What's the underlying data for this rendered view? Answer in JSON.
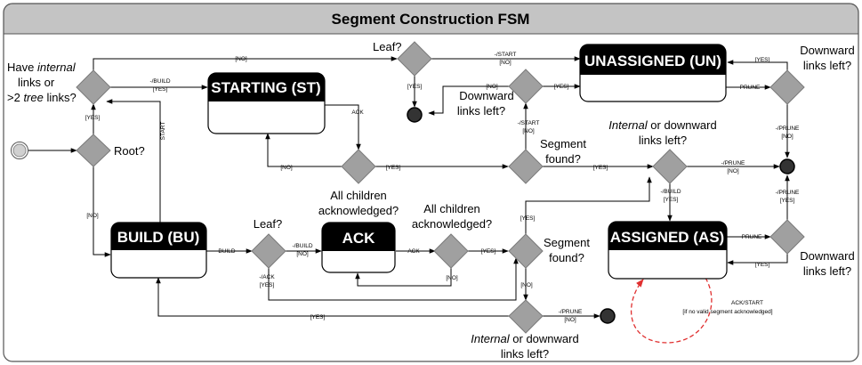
{
  "title": "Segment Construction FSM",
  "states": {
    "unassigned": "UNASSIGNED (UN)",
    "starting": "STARTING (ST)",
    "build": "BUILD (BU)",
    "ack": "ACK",
    "assigned": "ASSIGNED (AS)"
  },
  "questions": {
    "internal_links": {
      "l1a": "Have ",
      "l1b": "internal",
      "l2": "links or",
      "l3a": ">2 ",
      "l3b": "tree",
      "l3c": " links?"
    },
    "root": "Root?",
    "leaf_top": "Leaf?",
    "downward_top_mid": {
      "l1": "Downward",
      "l2": "links left?"
    },
    "downward_top_right": {
      "l1": "Downward",
      "l2": "links left?"
    },
    "children_ack_1": {
      "l1": "All children",
      "l2": "acknowledged?"
    },
    "segment_found_1": {
      "l1": "Segment",
      "l2": "found?"
    },
    "internal_or_downward_1": {
      "l1a": "Internal",
      "l1b": " or downward",
      "l2": "links left?"
    },
    "leaf_bottom": "Leaf?",
    "children_ack_2": {
      "l1": "All children",
      "l2": "acknowledged?"
    },
    "segment_found_2": {
      "l1": "Segment",
      "l2": "found?"
    },
    "downward_bottom_right": {
      "l1": "Downward",
      "l2": "links left?"
    },
    "internal_or_downward_2": {
      "l1a": "Internal",
      "l1b": " or downward",
      "l2": "links left?"
    }
  },
  "labels": {
    "no_top": "[NO]",
    "build_yes_1": "-/BUILD",
    "build_yes_2": "[YES]",
    "yes_internal": "[YES]",
    "start": "START",
    "no_root": "[NO]",
    "ack": "ACK",
    "no_children": "[NO]",
    "yes_children": "[YES]",
    "start_no_1": "-/START",
    "start_no_2": "[NO]",
    "yes_leaf_top": "[YES]",
    "no_down_mid": "[NO]",
    "yes_down_mid": "[YES]",
    "start_no_vert_1": "-/START",
    "start_no_vert_2": "[NO]",
    "yes_seg1": "[YES]",
    "prune_no_1": "-/PRUNE",
    "prune_no_2": "[NO]",
    "build_yes_right_1": "-/BUILD",
    "build_yes_right_2": "[YES]",
    "yes_down_right": "[YES]",
    "prune_un": "PRUNE",
    "prune_no_vert_1": "-/PRUNE",
    "prune_no_vert_2": "[NO]",
    "prune_yes_vert_1": "-/PRUNE",
    "prune_yes_vert_2": "[YES]",
    "prune_as": "PRUNE",
    "yes_down_br": "[YES]",
    "build_bu": "BUILD",
    "build_no_1": "-/BUILD",
    "build_no_2": "[NO]",
    "ack_yes_1": "-/ACK",
    "ack_yes_2": "[YES]",
    "ack_mid": "ACK",
    "yes_children2": "[YES]",
    "no_children2": "[NO]",
    "yes_seg2_up": "[YES]",
    "no_seg2": "[NO]",
    "yes_bottom": "[YES]",
    "prune_no_bottom_1": "-/PRUNE",
    "prune_no_bottom_2": "[NO]",
    "self_loop_1": "ACK/START",
    "self_loop_2": "[if no valid segment acknowledged]"
  }
}
